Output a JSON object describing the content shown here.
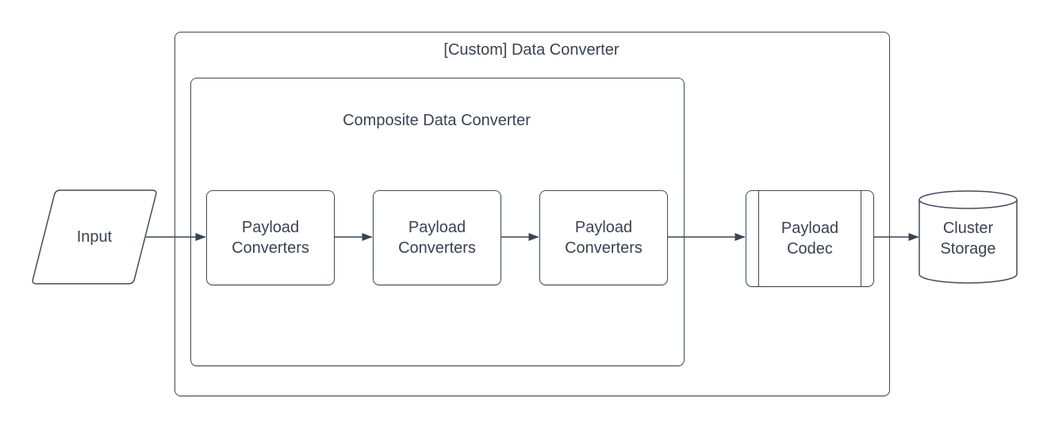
{
  "diagram": {
    "input": {
      "label": "Input",
      "shape": "parallelogram"
    },
    "outer_container": {
      "title": "[Custom] Data Converter"
    },
    "inner_container": {
      "title": "Composite Data Converter"
    },
    "payload_converters": [
      {
        "label": "Payload Converters"
      },
      {
        "label": "Payload Converters"
      },
      {
        "label": "Payload Converters"
      }
    ],
    "payload_codec": {
      "label": "Payload Codec",
      "shape": "predefined-process"
    },
    "cluster_storage": {
      "label": "Cluster Storage",
      "shape": "cylinder"
    },
    "edges": [
      {
        "from": "input",
        "to": "payload-converter-1"
      },
      {
        "from": "payload-converter-1",
        "to": "payload-converter-2"
      },
      {
        "from": "payload-converter-2",
        "to": "payload-converter-3"
      },
      {
        "from": "payload-converter-3",
        "to": "payload-codec"
      },
      {
        "from": "payload-codec",
        "to": "cluster-storage"
      }
    ]
  },
  "colors": {
    "stroke": "#434c59",
    "text": "#3a4350",
    "background": "#ffffff"
  }
}
